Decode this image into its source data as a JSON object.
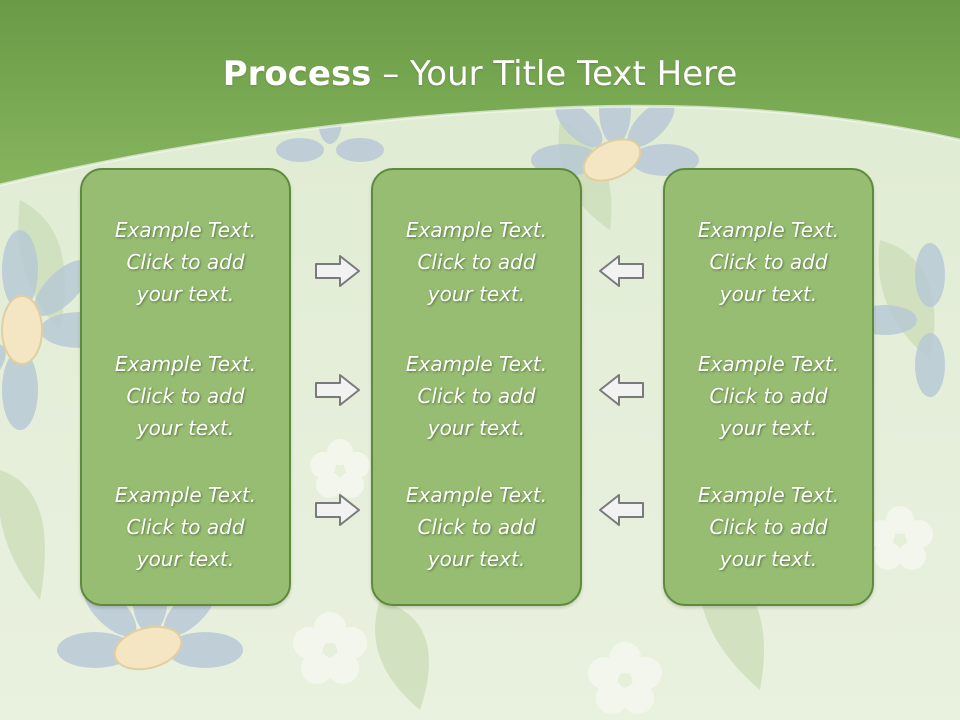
{
  "slide": {
    "title_bold": "Process",
    "title_rest": " – Your Title Text Here"
  },
  "columns": [
    {
      "items": [
        {
          "line1": "Example Text.",
          "line2": "Click  to add",
          "line3": "your text."
        },
        {
          "line1": "Example Text.",
          "line2": "Click  to add",
          "line3": "your text."
        },
        {
          "line1": "Example Text.",
          "line2": "Click  to add",
          "line3": "your text."
        }
      ]
    },
    {
      "items": [
        {
          "line1": "Example Text.",
          "line2": "Click  to add",
          "line3": "your text."
        },
        {
          "line1": "Example Text.",
          "line2": "Click  to add",
          "line3": "your text."
        },
        {
          "line1": "Example Text.",
          "line2": "Click  to add",
          "line3": "your text."
        }
      ]
    },
    {
      "items": [
        {
          "line1": "Example Text.",
          "line2": "Click  to add",
          "line3": "your text."
        },
        {
          "line1": "Example Text.",
          "line2": "Click  to add",
          "line3": "your text."
        },
        {
          "line1": "Example Text.",
          "line2": "Click  to add",
          "line3": "your text."
        }
      ]
    }
  ],
  "arrows": {
    "left_group": "arrow-right-icon",
    "right_group": "arrow-left-icon"
  },
  "colors": {
    "header_green": "#7fae58",
    "box_fill": "#97bd72",
    "box_border": "#5e8a3c",
    "background": "#e6efd9",
    "flower_blue": "#b9c9d6",
    "flower_center": "#f4e6c2"
  }
}
